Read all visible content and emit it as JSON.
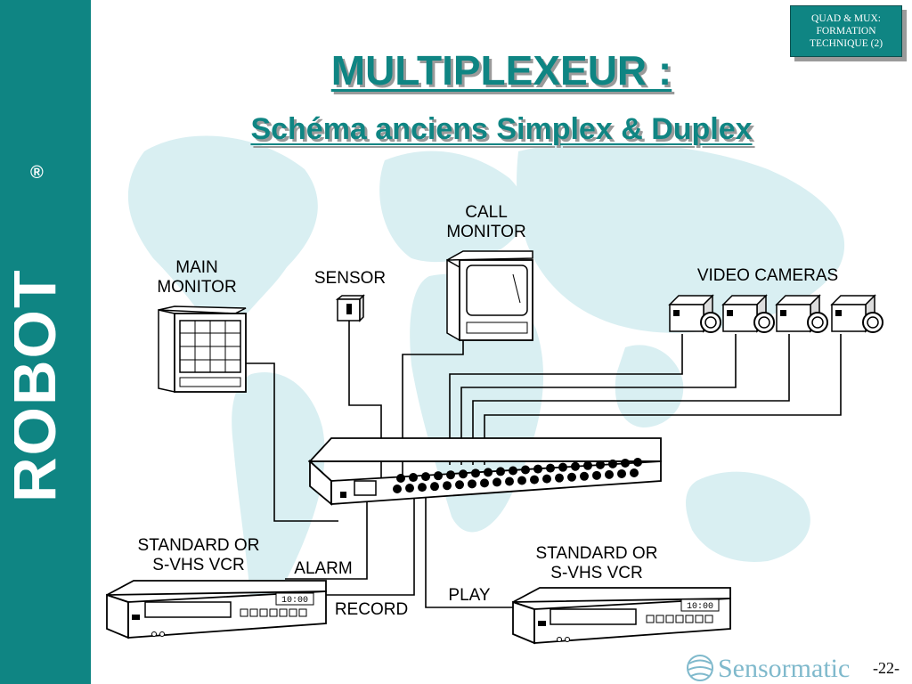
{
  "badge": {
    "line1": "QUAD & MUX:",
    "line2": "FORMATION",
    "line3": "TECHNIQUE (2)"
  },
  "title": "MULTIPLEXEUR :",
  "subtitle": "Schéma anciens Simplex & Duplex",
  "brand": {
    "logo_text": "ROBOT",
    "trademark": "®",
    "footer_logo_text": "Sensormatic"
  },
  "page_number": "-22-",
  "colors": {
    "teal": "#0f8583",
    "map_tint": "#d9eff2",
    "shadow": "#9a9a9a"
  },
  "labels": {
    "call_monitor_1": "CALL",
    "call_monitor_2": "MONITOR",
    "main_monitor_1": "MAIN",
    "main_monitor_2": "MONITOR",
    "sensor": "SENSOR",
    "video_cameras": "VIDEO CAMERAS",
    "vcr_left_1": "STANDARD OR",
    "vcr_left_2": "S-VHS VCR",
    "vcr_right_1": "STANDARD OR",
    "vcr_right_2": "S-VHS VCR",
    "alarm": "ALARM",
    "record": "RECORD",
    "play": "PLAY",
    "vcr_clock_left": "10:00",
    "vcr_clock_right": "10:00"
  }
}
